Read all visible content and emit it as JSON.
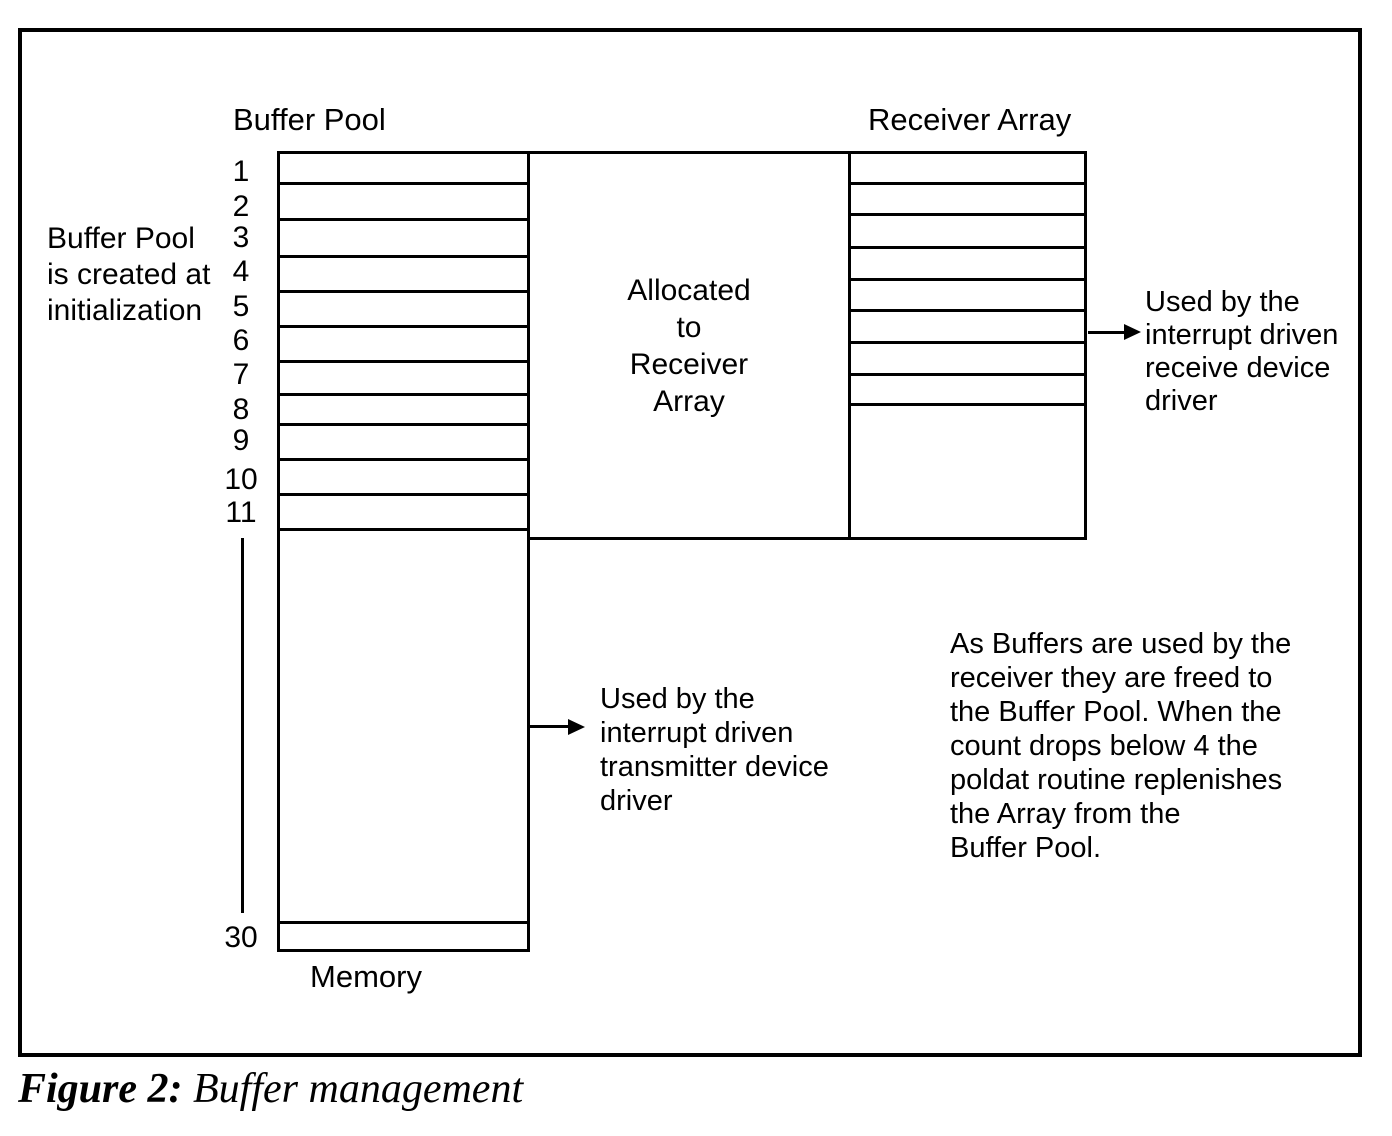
{
  "colors": {
    "ink": "#000000",
    "paper": "#ffffff"
  },
  "header": {
    "buffer_pool_title": "Buffer Pool",
    "receiver_array_title": "Receiver Array"
  },
  "buffer_pool": {
    "row_numbers": [
      "1",
      "2",
      "3",
      "4",
      "5",
      "6",
      "7",
      "8",
      "9",
      "10",
      "11"
    ],
    "bottom_row_number": "30",
    "memory_label": "Memory"
  },
  "allocated_box": {
    "text": "Allocated\nto\nReceiver\nArray"
  },
  "notes": {
    "creation": "Buffer Pool\nis created at\ninitialization",
    "receive": "Used by the\ninterrupt driven\nreceive device\ndriver",
    "transmit": "Used by the\ninterrupt driven\ntransmitter device\ndriver",
    "replenish": "As Buffers are used by the\nreceiver they are freed to\nthe Buffer Pool. When the\ncount drops below 4 the\npoldat routine replenishes\nthe Array from the\nBuffer Pool."
  },
  "caption": {
    "label": "Figure 2:",
    "text": "Buffer management"
  }
}
